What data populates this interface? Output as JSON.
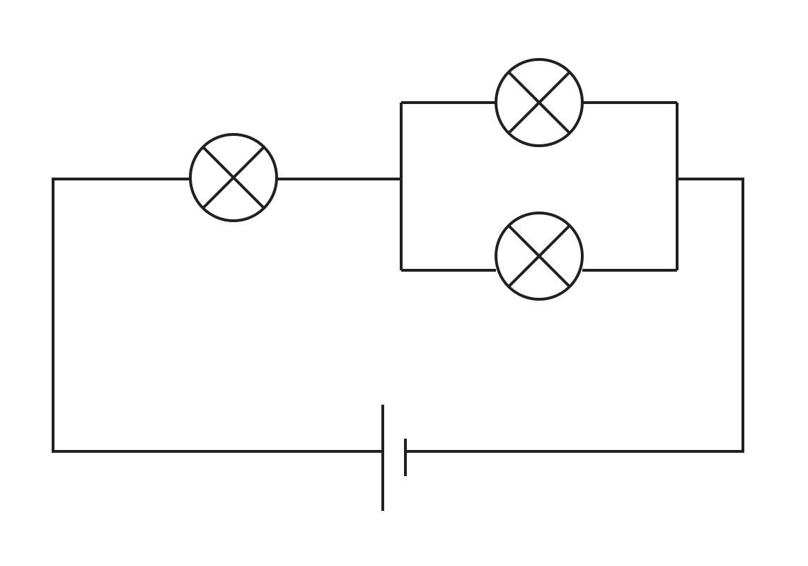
{
  "diagram": {
    "kind": "circuit",
    "colors": {
      "stroke": "#231f20",
      "background": "#ffffff"
    },
    "components": [
      {
        "id": "lamp-1",
        "type": "lamp",
        "icon": "lamp-x-icon",
        "connection": "series"
      },
      {
        "id": "lamp-2",
        "type": "lamp",
        "icon": "lamp-x-icon",
        "connection": "parallel-upper"
      },
      {
        "id": "lamp-3",
        "type": "lamp",
        "icon": "lamp-x-icon",
        "connection": "parallel-lower"
      },
      {
        "id": "cell-1",
        "type": "cell",
        "icon": "battery-cell-icon",
        "connection": "series"
      }
    ]
  }
}
